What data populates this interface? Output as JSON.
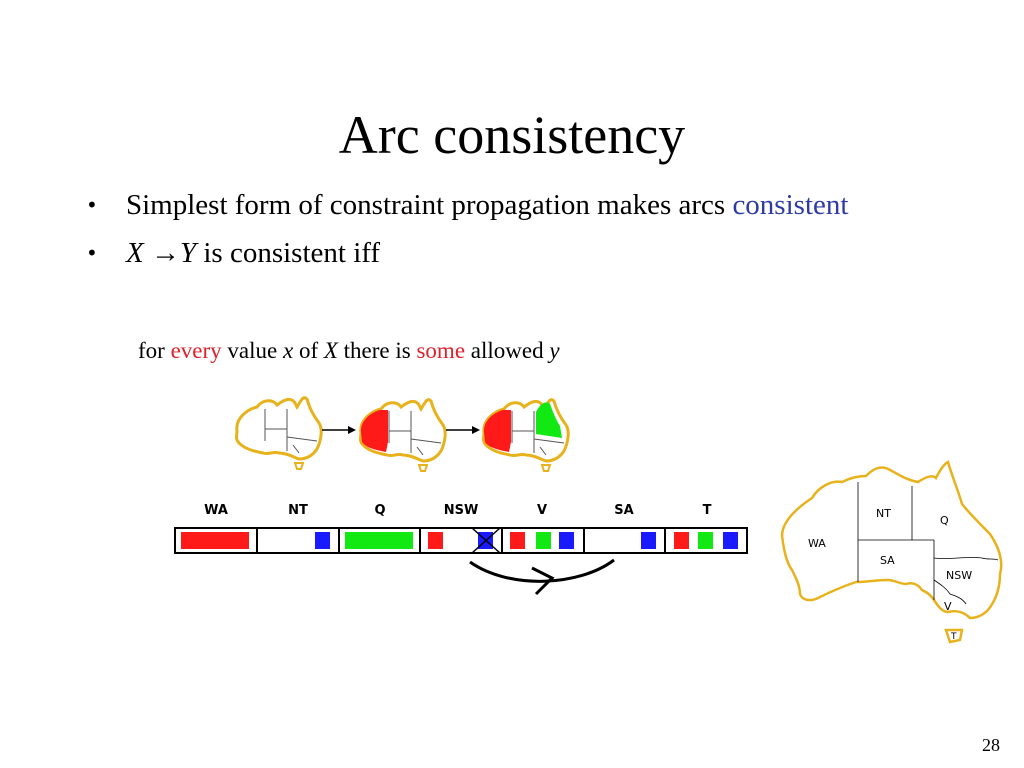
{
  "slide": {
    "title": "Arc consistency",
    "page_number": "28"
  },
  "bullets": [
    {
      "parts": {
        "a": "Simplest form of constraint propagation makes arcs ",
        "b": "consistent"
      }
    },
    {
      "parts": {
        "x": "X",
        "arrow": " →",
        "y": "Y",
        "rest": " is consistent iff"
      }
    }
  ],
  "definition": {
    "p1": "for ",
    "every": "every",
    "p2": " value ",
    "x": "x",
    "p3": " of ",
    "X": "X",
    "p4": " there is ",
    "some": "some",
    "p5": " allowed ",
    "y": "y"
  },
  "domain_table": {
    "variables": [
      "WA",
      "NT",
      "Q",
      "NSW",
      "V",
      "SA",
      "T"
    ],
    "cells": [
      {
        "var": "WA",
        "values": [
          "red"
        ]
      },
      {
        "var": "NT",
        "values": [
          "blue"
        ]
      },
      {
        "var": "Q",
        "values": [
          "green"
        ]
      },
      {
        "var": "NSW",
        "values": [
          "red",
          "blue (crossed out)"
        ]
      },
      {
        "var": "V",
        "values": [
          "red",
          "green",
          "blue"
        ]
      },
      {
        "var": "SA",
        "values": [
          "blue"
        ]
      },
      {
        "var": "T",
        "values": [
          "red",
          "green",
          "blue"
        ]
      }
    ]
  },
  "map": {
    "regions": [
      "WA",
      "NT",
      "Q",
      "SA",
      "NSW",
      "V",
      "T"
    ]
  },
  "colors": {
    "accent_blue_text": "#2d3aa8",
    "accent_red_text": "#e0202a",
    "domain_red": "#ff1a1a",
    "domain_green": "#12e812",
    "domain_blue": "#1a1aff",
    "map_outline": "#e8b21c"
  }
}
